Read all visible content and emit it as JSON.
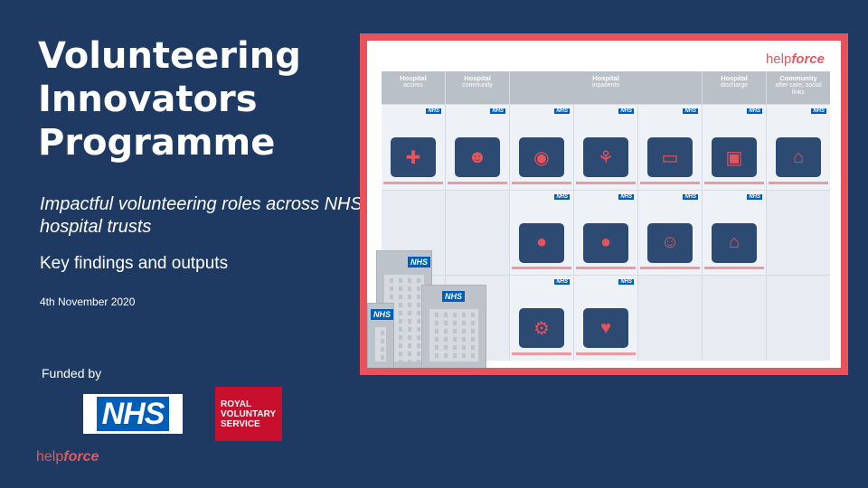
{
  "slide": {
    "title_lines": [
      "Volunteering",
      "Innovators",
      "Programme"
    ],
    "subtitle": "Impactful volunteering roles across NHS hospital trusts",
    "findings": "Key findings and outputs",
    "date": "4th November 2020",
    "funded_by": "Funded by"
  },
  "logos": {
    "nhs": "NHS",
    "rvs_lines": [
      "ROYAL",
      "VOLUNTARY",
      "SERVICE"
    ],
    "helpforce_help": "help",
    "helpforce_force": "force"
  },
  "poster": {
    "logo_help": "help",
    "logo_force": "force",
    "nhs_tag": "NHS",
    "columns": [
      {
        "name": "Hospital",
        "sub": "access"
      },
      {
        "name": "Hospital",
        "sub": "community"
      },
      {
        "name": "Hospital",
        "sub": "inpatients"
      },
      {
        "name": "",
        "sub": ""
      },
      {
        "name": "",
        "sub": ""
      },
      {
        "name": "Hospital",
        "sub": "discharge"
      },
      {
        "name": "Community",
        "sub": "after care, social links"
      }
    ]
  },
  "colors": {
    "background": "#1e3a63",
    "accent": "#e8525a",
    "nhs_blue": "#005eb8"
  }
}
